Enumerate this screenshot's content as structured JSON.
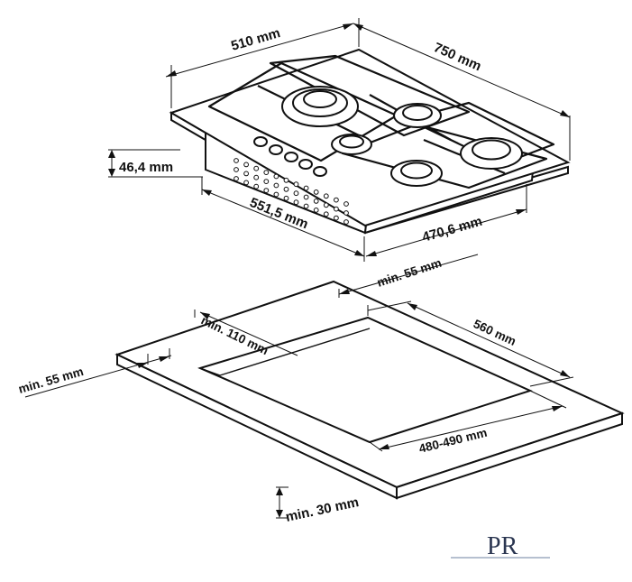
{
  "hob": {
    "width_label": "510 mm",
    "depth_label": "750 mm",
    "height_label": "46,4 mm",
    "cutout_front_label": "551,5 mm",
    "cutout_side_label": "470,6 mm"
  },
  "cutout": {
    "rear_clearance_label": "min. 55 mm",
    "side_clearance_label": "min. 110 mm",
    "front_clearance_label": "min. 55 mm",
    "length_label": "560 mm",
    "width_label": "480-490 mm",
    "thickness_label": "min. 30 mm"
  },
  "logo": {
    "text": "PR"
  }
}
